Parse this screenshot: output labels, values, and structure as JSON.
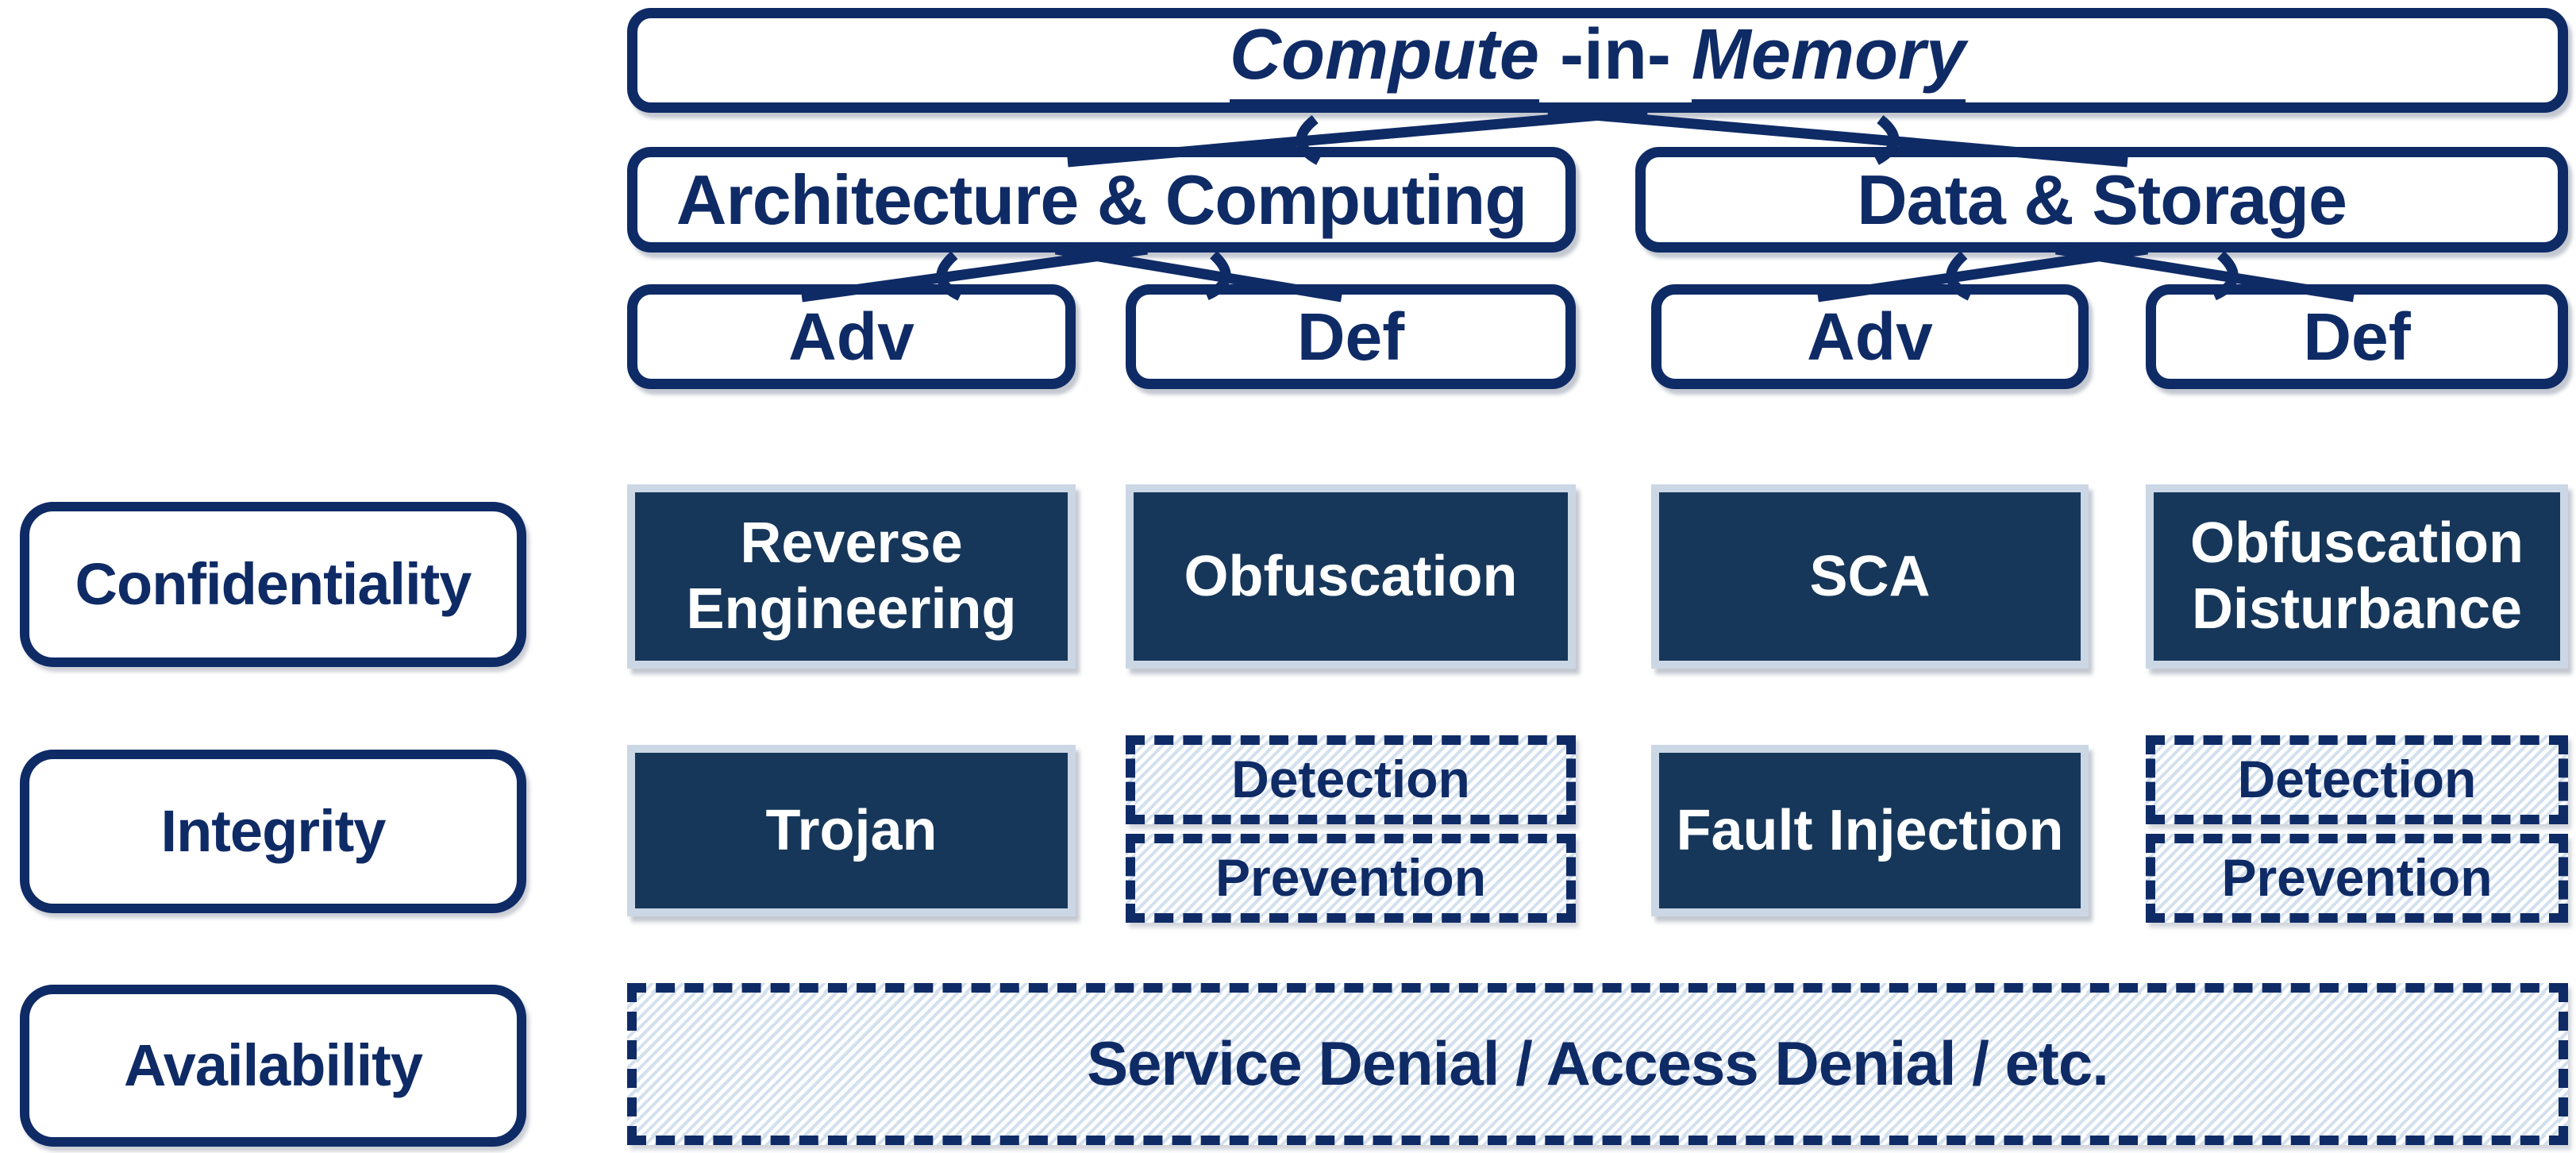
{
  "colors": {
    "navy": "#0f2b66",
    "dark_cell_fill": "#16375a",
    "light_cell_border": "#ccd7e5",
    "hatch_stripe": "#d3e0ee"
  },
  "tree": {
    "root": {
      "word1": "Compute",
      "mid": "-in-",
      "word2": "Memory"
    },
    "branches": [
      {
        "label": "Architecture & Computing",
        "children": [
          {
            "label": "Adv"
          },
          {
            "label": "Def"
          }
        ]
      },
      {
        "label": "Data & Storage",
        "children": [
          {
            "label": "Adv"
          },
          {
            "label": "Def"
          }
        ]
      }
    ]
  },
  "rows": [
    {
      "label": "Confidentiality"
    },
    {
      "label": "Integrity"
    },
    {
      "label": "Availability"
    }
  ],
  "cells": {
    "confidentiality": [
      {
        "label": "Reverse Engineering"
      },
      {
        "label": "Obfuscation"
      },
      {
        "label": "SCA"
      },
      {
        "label": "Obfuscation Disturbance"
      }
    ],
    "integrity": {
      "arch_adv": {
        "label": "Trojan"
      },
      "arch_def": [
        {
          "label": "Detection"
        },
        {
          "label": "Prevention"
        }
      ],
      "data_adv": {
        "label": "Fault Injection"
      },
      "data_def": [
        {
          "label": "Detection"
        },
        {
          "label": "Prevention"
        }
      ]
    },
    "availability": {
      "label": "Service Denial / Access Denial / etc."
    }
  }
}
